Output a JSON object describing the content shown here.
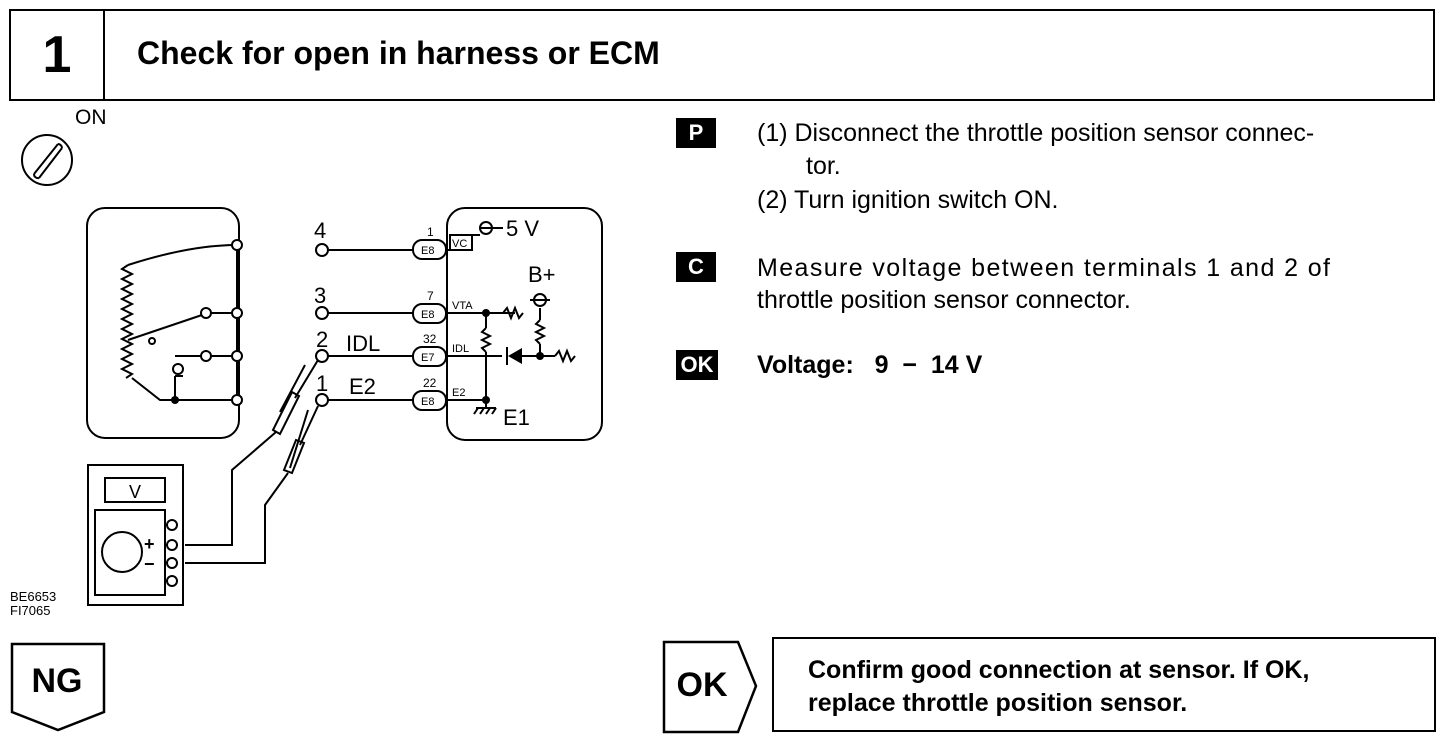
{
  "header": {
    "step_number": "1",
    "title": "Check for open in harness or ECM"
  },
  "ignition": {
    "label": "ON",
    "icon": "ignition-key-icon"
  },
  "diagram": {
    "ecm_terminals": [
      {
        "num": "1",
        "conn": "E8",
        "name": "VC"
      },
      {
        "num": "7",
        "conn": "E8",
        "name": "VTA"
      },
      {
        "num": "32",
        "conn": "E7",
        "name": "IDL"
      },
      {
        "num": "22",
        "conn": "E8",
        "name": "E2"
      }
    ],
    "sensor_pins": [
      "4",
      "3",
      "2",
      "1"
    ],
    "wire_labels": [
      "IDL",
      "E2"
    ],
    "supply": "5 V",
    "battery": "B+",
    "ground": "E1",
    "meter_label": "V",
    "meter_plus": "+",
    "meter_minus": "−"
  },
  "codes": {
    "line1": "BE6653",
    "line2": "FI7065"
  },
  "instructions": {
    "prep_tag": "P",
    "prep_line1": "(1) Disconnect the throttle position sensor connec-",
    "prep_line2": "tor.",
    "prep_line3": "(2) Turn ignition switch ON.",
    "check_tag": "C",
    "check_line1": "Measure voltage between terminals 1 and 2 of",
    "check_line2": "throttle position sensor connector.",
    "ok_tag": "OK",
    "ok_line": "Voltage:   9  −  14 V"
  },
  "result_ng": {
    "label": "NG"
  },
  "result_ok": {
    "label": "OK",
    "msg_line1": "Confirm good connection at sensor. If OK,",
    "msg_line2": "replace throttle position sensor."
  }
}
